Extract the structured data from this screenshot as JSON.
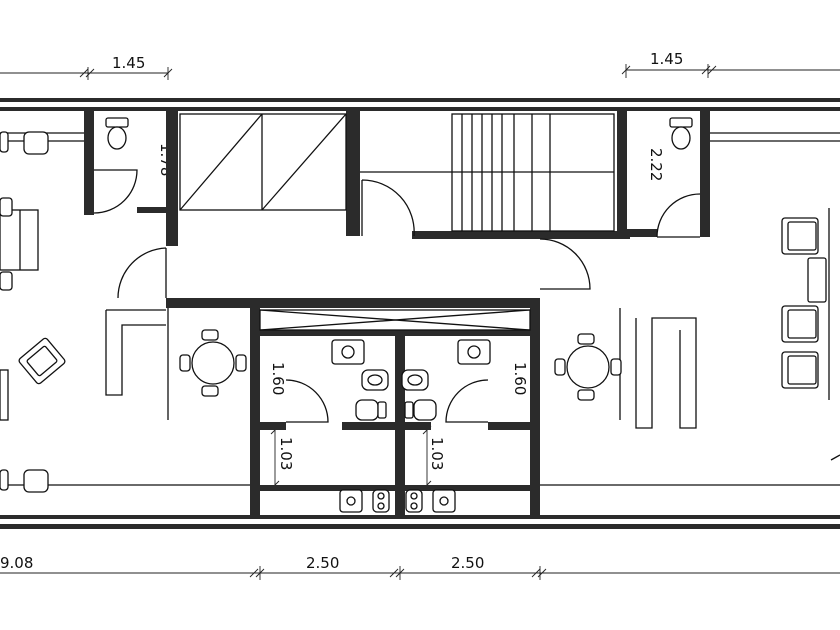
{
  "plan": {
    "dims": {
      "top_left": "1.45",
      "top_right": "1.45",
      "wc_left": "1.78",
      "wc_right": "2.22",
      "bath_left_height": "1.60",
      "bath_right_height": "1.60",
      "lav_left_height": "1.03",
      "lav_right_height": "1.03",
      "bottom_total": "9.08",
      "bottom_bath_left": "2.50",
      "bottom_bath_right": "2.50"
    }
  }
}
